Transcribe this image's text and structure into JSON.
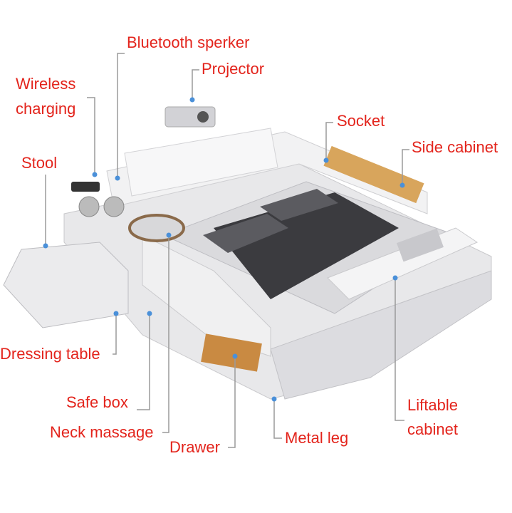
{
  "labels": {
    "bluetooth": "Bluetooth sperker",
    "projector": "Projector",
    "wireless_1": "Wireless",
    "wireless_2": "charging",
    "stool": "Stool",
    "socket": "Socket",
    "side_cabinet": "Side cabinet",
    "dressing_table": "Dressing table",
    "safe_box": "Safe box",
    "neck_massage": "Neck massage",
    "drawer": "Drawer",
    "metal_leg": "Metal leg",
    "liftable_1": "Liftable",
    "liftable_2": "cabinet"
  },
  "colors": {
    "label": "#e3241c",
    "leader": "#9a9a9a",
    "dot": "#4a90d9"
  }
}
